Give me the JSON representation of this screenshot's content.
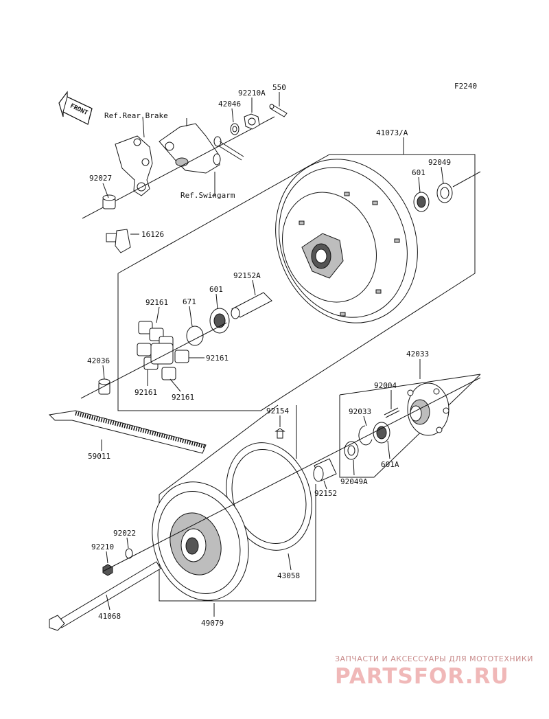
{
  "figure_code": "F2240",
  "front_label": "FRONT",
  "refs": {
    "rear_brake": "Ref.Rear Brake",
    "swingarm": "Ref.Swingarm"
  },
  "parts": {
    "p550": "550",
    "p92210A": "92210A",
    "p42046": "42046",
    "p41073A": "41073/A",
    "p92049": "92049",
    "p601_top": "601",
    "p92027": "92027",
    "p16126": "16126",
    "p92152A": "92152A",
    "p601_mid": "601",
    "p671": "671",
    "p92161_a": "92161",
    "p92161_b": "92161",
    "p92161_c": "92161",
    "p92161_d": "92161",
    "p42036": "42036",
    "p42033": "42033",
    "p92004": "92004",
    "p92033": "92033",
    "p92154": "92154",
    "p59011": "59011",
    "p601A": "601A",
    "p92049A": "92049A",
    "p92152": "92152",
    "p92022": "92022",
    "p92210": "92210",
    "p43058": "43058",
    "p41068": "41068",
    "p49079": "49079"
  },
  "watermark": {
    "line1": "ЗАПЧАСТИ И АКСЕССУАРЫ ДЛЯ МОТОТЕХНИКИ",
    "line2": "PARTSFOR.RU"
  }
}
